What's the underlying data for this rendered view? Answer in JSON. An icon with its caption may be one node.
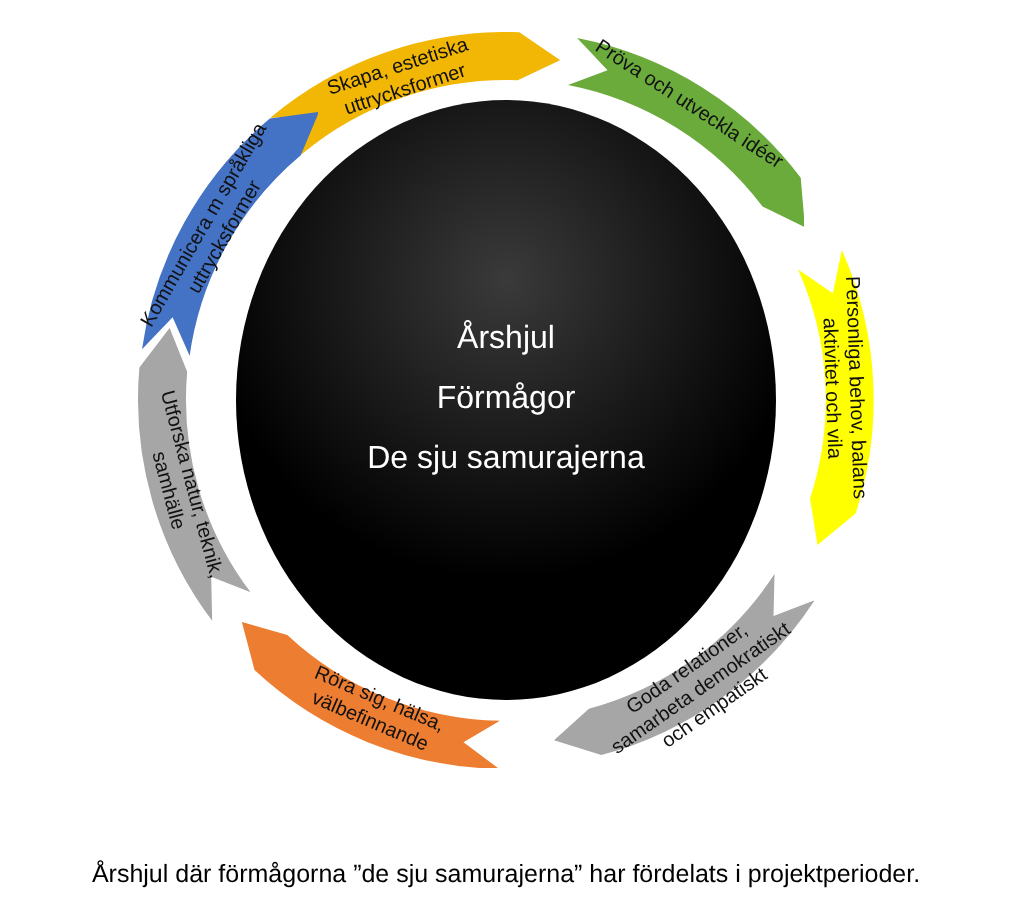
{
  "diagram": {
    "caption": "Årshjul där förmågorna ”de sju samurajerna” har fördelats i projektperioder.",
    "nodes": [
      {
        "text": [
          "Årshjul",
          "Förmågor",
          "De sju samurajerna"
        ]
      },
      {
        "text": [
          "Skapa, estetiska uttrycksformer"
        ]
      },
      {
        "text": [
          "Pröva och utveckla idéer"
        ]
      },
      {
        "text": [
          "Personliga behov, balans aktivitet och vila"
        ]
      },
      {
        "text": [
          "Goda relationer, samarbeta demokratiskt och empatiskt"
        ]
      },
      {
        "text": [
          "Röra sig, hälsa, välbefinnande"
        ]
      },
      {
        "text": [
          "Utforska natur, teknik, samhälle"
        ]
      },
      {
        "text": [
          "Kommunicera m språkliga uttrycksformer"
        ]
      }
    ]
  }
}
